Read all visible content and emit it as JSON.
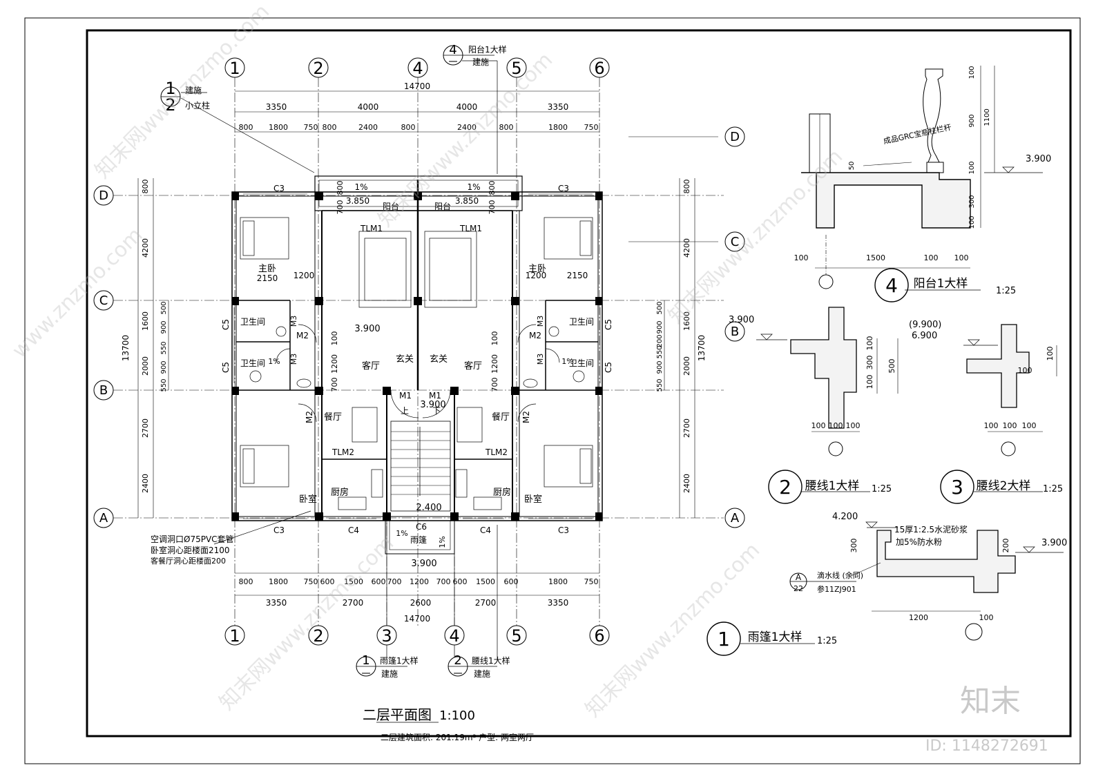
{
  "grid_axes": {
    "top": [
      "1",
      "2",
      "4",
      "5",
      "6"
    ],
    "bottom": [
      "1",
      "2",
      "3",
      "4",
      "5",
      "6"
    ],
    "side": [
      "A",
      "B",
      "C",
      "D"
    ]
  },
  "dims": {
    "total": "14700",
    "top_mid": [
      "3350",
      "4000",
      "4000",
      "3350"
    ],
    "top_detail": [
      "800",
      "1800",
      "750",
      "800",
      "2400",
      "800",
      "2400",
      "800",
      "1800",
      "750"
    ],
    "bottom_detail": [
      "800",
      "1800",
      "750",
      "600",
      "1500",
      "600",
      "700",
      "1200",
      "700",
      "600",
      "1500",
      "600",
      "1800",
      "750"
    ],
    "bottom_mid": [
      "3350",
      "2700",
      "2600",
      "2700",
      "3350"
    ],
    "left_total": "13700",
    "left_mid": [
      "800",
      "4200",
      "1600",
      "2000",
      "2700",
      "2400"
    ],
    "left_detail": [
      "500",
      "900",
      "550",
      "900",
      "550"
    ],
    "right_detail": [
      "500",
      "900",
      "200",
      "550",
      "900",
      "550"
    ]
  },
  "rooms": {
    "master_bed": "主卧",
    "bath": "卫生间",
    "living": "客厅",
    "foyer": "玄关",
    "dining": "餐厅",
    "kitchen": "厨房",
    "bedroom": "卧室",
    "balcony": "阳台",
    "canopy": "雨篷",
    "tlm1": "TLM1",
    "tlm2": "TLM2",
    "m1": "M1",
    "m2": "M2",
    "m3": "M3",
    "c3": "C3",
    "c4": "C4",
    "c5": "C5",
    "c6": "C6",
    "up": "上",
    "down": "下",
    "slope": "1%",
    "elev_3850": "3.850",
    "elev_3900": "3.900",
    "elev_2400": "2.400",
    "d_2150": "2150",
    "d_1200": "1200",
    "d_700": "700",
    "d_800": "800",
    "d_100": "100"
  },
  "callouts": {
    "small_column_num": "1",
    "small_column_sheet": "2",
    "small_column_ref": "建施",
    "small_column_label": "小立柱",
    "balcony_num": "4",
    "balcony_sheet": "一",
    "balcony_label": "阳台1大样",
    "balcony_ref": "建施",
    "canopy_num": "1",
    "canopy_sheet": "一",
    "canopy_label": "雨篷1大样",
    "canopy_ref": "建施",
    "waist_num": "2",
    "waist_sheet": "一",
    "waist_label": "腰线1大样",
    "waist_ref": "建施",
    "ac_note_1": "空调洞口Ø75PVC套管",
    "ac_note_2": "卧室洞心距楼面2100",
    "ac_note_3": "客餐厅洞心距楼面200"
  },
  "plan_title": "二层平面图",
  "plan_scale": "1:100",
  "plan_note": "二层建筑面积: 201.19m² 户型: 两室两厅",
  "details": {
    "d4_num": "4",
    "d4_title": "阳台1大样",
    "d4_scale": "1:25",
    "d4_grc": "成品GRC宝瓶柱栏杆",
    "d4_elev": "3.900",
    "d4_dims_h": [
      "100",
      "1500",
      "100",
      "100"
    ],
    "d4_dims_v": [
      "100",
      "900",
      "1100",
      "100",
      "300",
      "100"
    ],
    "d4_d50": "50",
    "d2_num": "2",
    "d2_title": "腰线1大样",
    "d2_scale": "1:25",
    "d2_elev": "3.900",
    "d2_dims_v": [
      "100",
      "300",
      "100",
      "500"
    ],
    "d2_dims_h": [
      "100",
      "100",
      "100"
    ],
    "d3_num": "3",
    "d3_title": "腰线2大样",
    "d3_scale": "1:25",
    "d3_elev1": "(9.900)",
    "d3_elev2": "6.900",
    "d3_dims_v": [
      "100",
      "100"
    ],
    "d3_dims_h": [
      "100",
      "100",
      "100"
    ],
    "d1_num": "1",
    "d1_title": "雨篷1大样",
    "d1_scale": "1:25",
    "d1_elev1": "4.200",
    "d1_elev2": "3.900",
    "d1_note1": "15厚1:2.5水泥砂浆",
    "d1_note2": "加5%防水粉",
    "d1_drip": "滴水线 (余同)",
    "d1_drip_ref": "参11ZJ901",
    "d1_drip_num": "A",
    "d1_drip_sheet": "22",
    "d1_dims": [
      "300",
      "200",
      "1200",
      "100"
    ]
  },
  "watermark": {
    "brand": "知末",
    "id": "ID: 1148272691",
    "site": "知末网www.znzmo.com",
    "site2": "www.znzmo.com"
  }
}
